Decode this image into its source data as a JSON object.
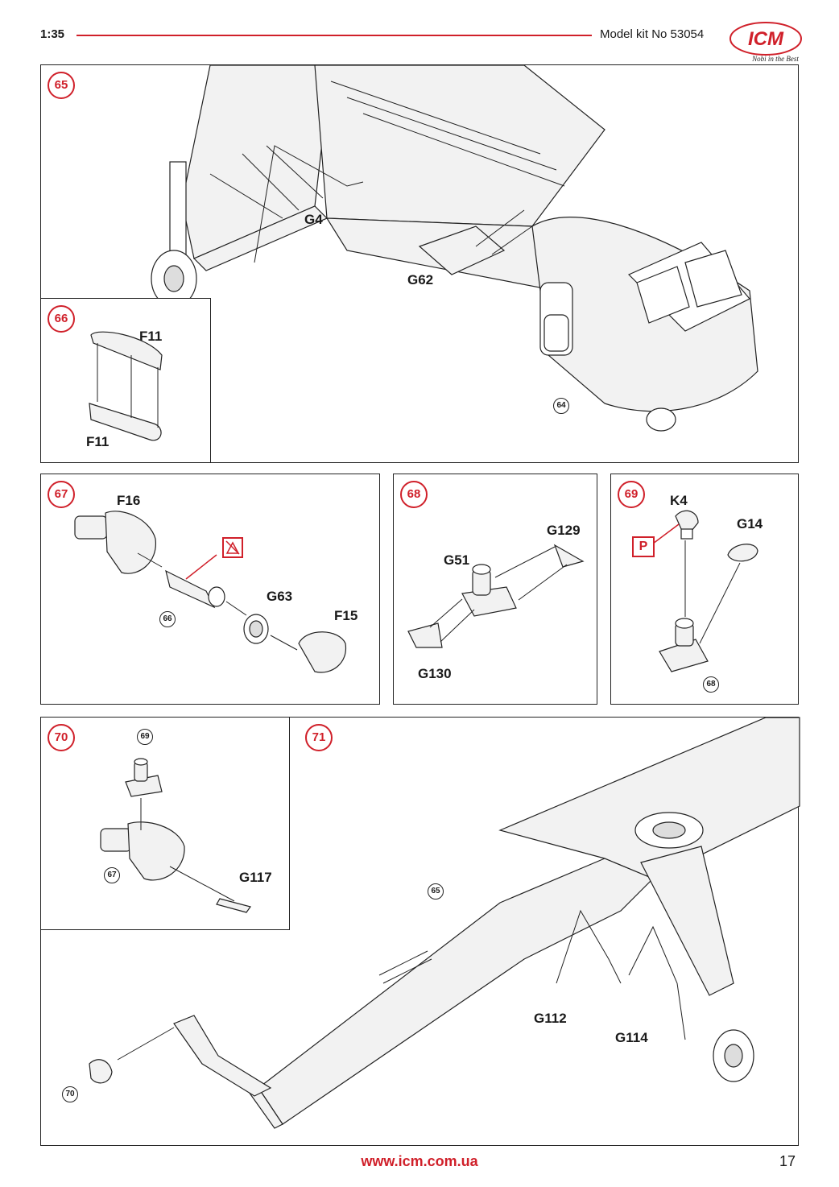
{
  "header": {
    "scale": "1:35",
    "kit_number": "Model kit No 53054"
  },
  "logo": {
    "brand": "ICM",
    "tagline": "Nobi in the Best"
  },
  "steps": {
    "s65": {
      "number": "65",
      "part_labels": [
        "G4",
        "G62"
      ],
      "ref": "64"
    },
    "s66": {
      "number": "66",
      "part_top": "F11",
      "part_bottom": "F11"
    },
    "s67": {
      "number": "67",
      "parts": [
        "F16",
        "G63",
        "F15"
      ],
      "ref": "66"
    },
    "s68": {
      "number": "68",
      "parts": [
        "G129",
        "G51",
        "G130"
      ]
    },
    "s69": {
      "number": "69",
      "parts": [
        "K4",
        "G14"
      ],
      "paint_ref": "P",
      "ref": "68"
    },
    "s70": {
      "number": "70",
      "ref_top": "69",
      "ref_left": "67",
      "part": "G117"
    },
    "s71": {
      "number": "71",
      "ref_top": "65",
      "ref_left": "70",
      "parts": [
        "G112",
        "G114"
      ]
    }
  },
  "footer": {
    "url": "www.icm.com.ua",
    "page": "17"
  },
  "colors": {
    "accent": "#d0202a",
    "line": "#222222",
    "fill": "#f2f2f2"
  }
}
